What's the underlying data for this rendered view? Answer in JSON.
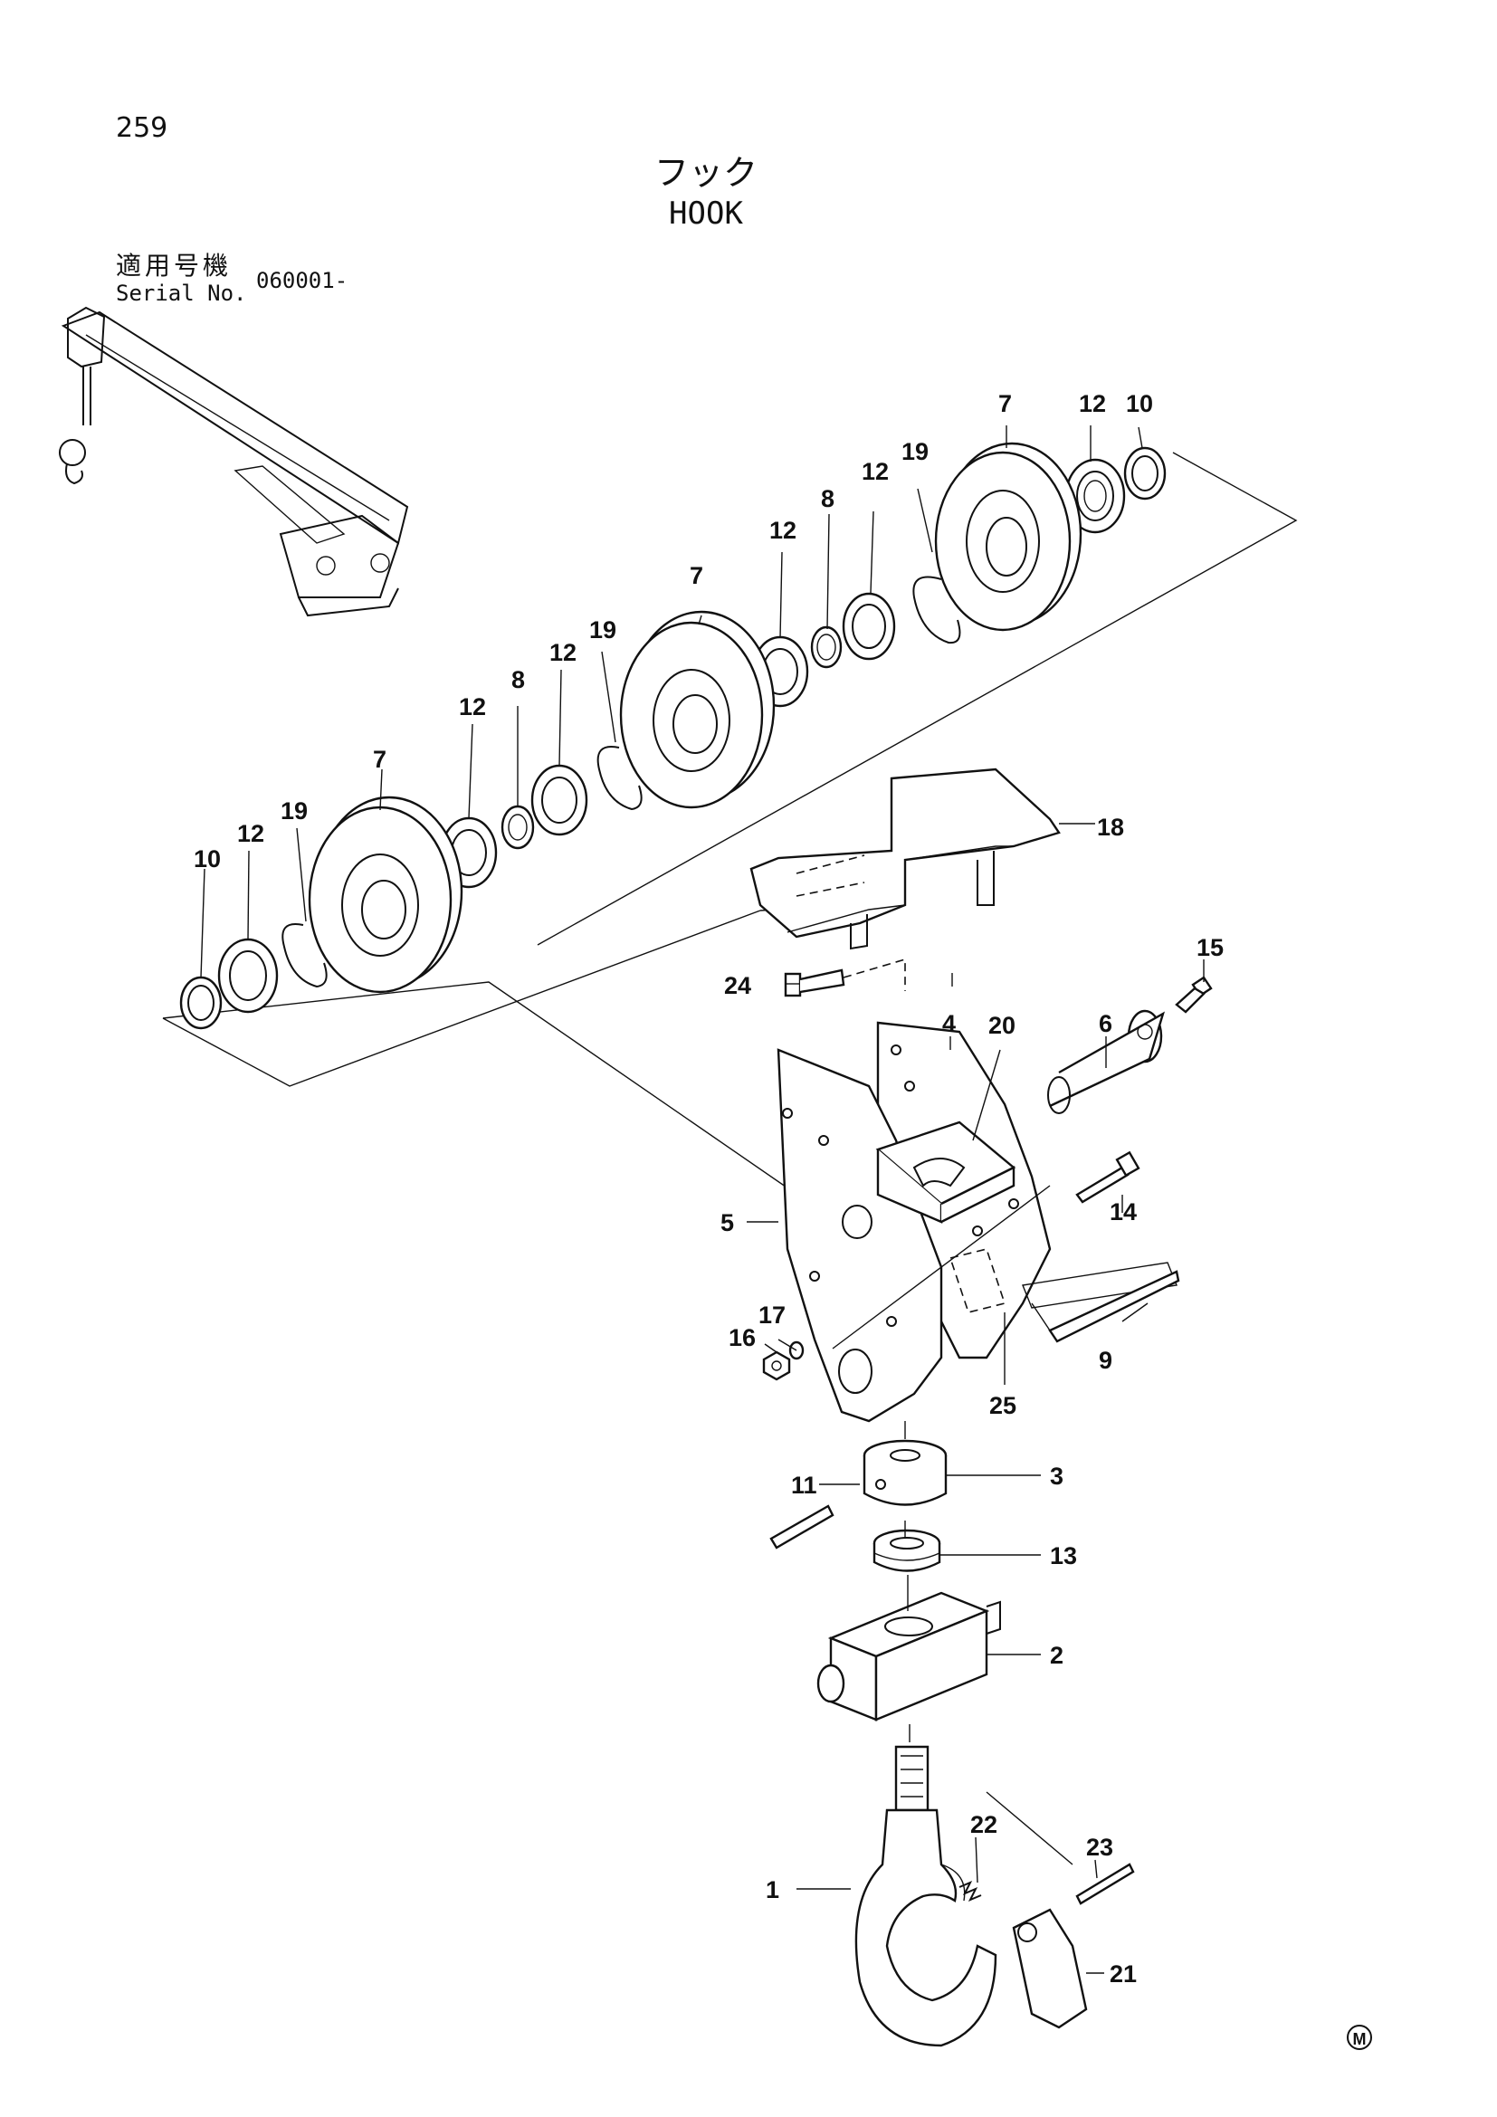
{
  "header": {
    "page_number": "259",
    "title_ja": "フック",
    "title_en": "HOOK",
    "serial_label_ja": "適用号機",
    "serial_label_en": "Serial No.",
    "serial_value": "060001-"
  },
  "footer": {
    "mark": "M"
  },
  "callouts": {
    "c1": "1",
    "c2": "2",
    "c3": "3",
    "c4": "4",
    "c5": "5",
    "c6": "6",
    "c7a": "7",
    "c7b": "7",
    "c7c": "7",
    "c8a": "8",
    "c8b": "8",
    "c9": "9",
    "c10a": "10",
    "c10b": "10",
    "c11": "11",
    "c12a": "12",
    "c12b": "12",
    "c12c": "12",
    "c12d": "12",
    "c12e": "12",
    "c12f": "12",
    "c13": "13",
    "c14": "14",
    "c15": "15",
    "c16": "16",
    "c17": "17",
    "c18": "18",
    "c19a": "19",
    "c19b": "19",
    "c19c": "19",
    "c20": "20",
    "c21": "21",
    "c22": "22",
    "c23": "23",
    "c24": "24",
    "c25": "25"
  },
  "icons": {
    "crane_thumbnail": "crane-icon",
    "manufacturer_mark": "circled-m-icon"
  }
}
